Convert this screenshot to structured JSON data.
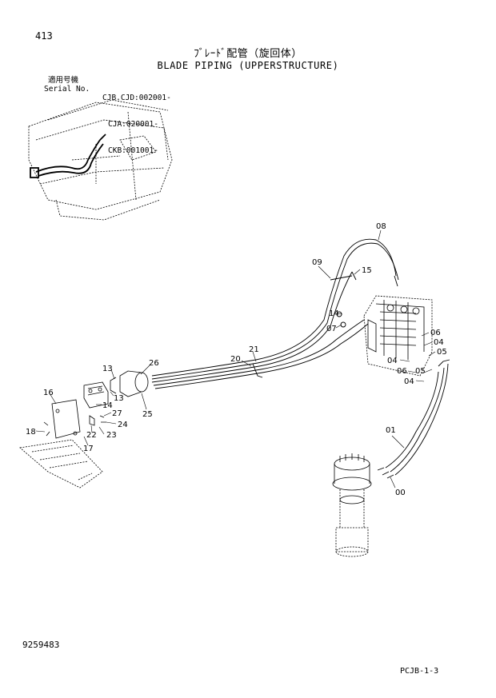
{
  "header": {
    "page_number": "413",
    "title_jp": "ﾌﾞﾚｰﾄﾞ配管（旋回体）",
    "title_en": "BLADE PIPING (UPPERSTRUCTURE)"
  },
  "applicability": {
    "label_jp": "適用号機",
    "label_en": "Serial No.",
    "serials": [
      "CJB.CJD:002001-",
      "CJA:020001-",
      "CKB:001001-"
    ]
  },
  "callouts": [
    {
      "id": "c08",
      "text": "08"
    },
    {
      "id": "c09",
      "text": "09"
    },
    {
      "id": "c15",
      "text": "15"
    },
    {
      "id": "c14a",
      "text": "14"
    },
    {
      "id": "c07",
      "text": "07"
    },
    {
      "id": "c06a",
      "text": "06"
    },
    {
      "id": "c04a",
      "text": "04"
    },
    {
      "id": "c05a",
      "text": "05"
    },
    {
      "id": "c04b",
      "text": "04"
    },
    {
      "id": "c06b",
      "text": "06"
    },
    {
      "id": "c04c",
      "text": "04"
    },
    {
      "id": "c05b",
      "text": "05"
    },
    {
      "id": "c21",
      "text": "21"
    },
    {
      "id": "c20",
      "text": "20"
    },
    {
      "id": "c26",
      "text": "26"
    },
    {
      "id": "c25",
      "text": "25"
    },
    {
      "id": "c13a",
      "text": "13"
    },
    {
      "id": "c13b",
      "text": "13"
    },
    {
      "id": "c16",
      "text": "16"
    },
    {
      "id": "c14b",
      "text": "14"
    },
    {
      "id": "c27",
      "text": "27"
    },
    {
      "id": "c24",
      "text": "24"
    },
    {
      "id": "c22",
      "text": "22"
    },
    {
      "id": "c23",
      "text": "23"
    },
    {
      "id": "c18",
      "text": "18"
    },
    {
      "id": "c17",
      "text": "17"
    },
    {
      "id": "c01",
      "text": "01"
    },
    {
      "id": "c00",
      "text": "00"
    }
  ],
  "footer": {
    "part_number": "9259483",
    "page_code": "PCJB-1-3"
  }
}
